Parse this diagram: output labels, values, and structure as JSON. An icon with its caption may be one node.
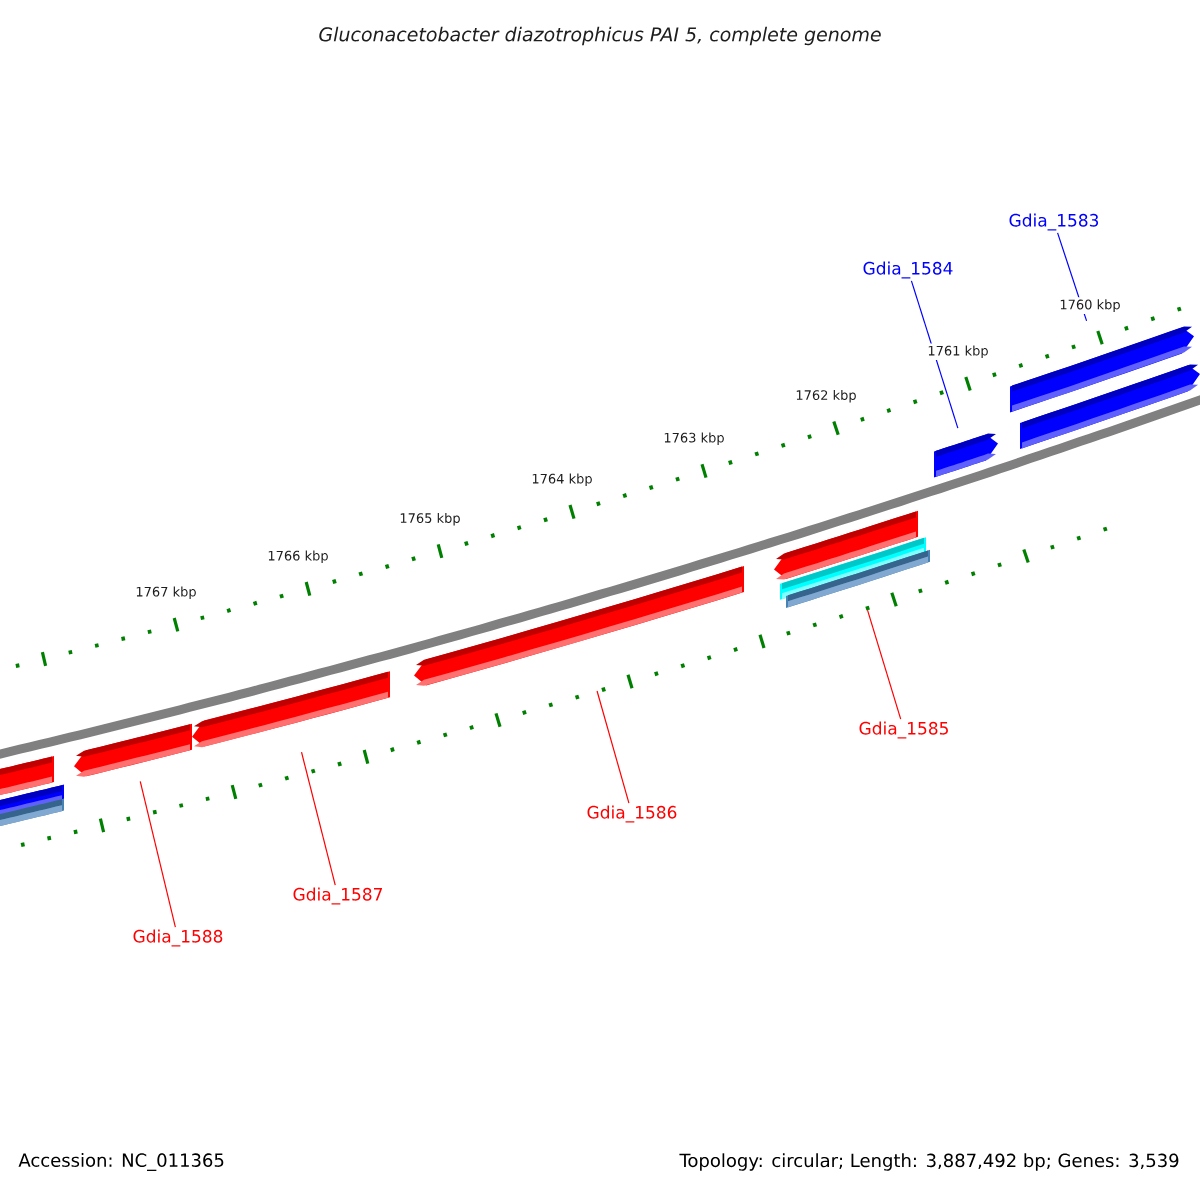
{
  "diagram": {
    "title": "Gluconacetobacter diazotrophicus PAI 5, complete genome",
    "nodes": [
      {
        "text": [
          "Gdia_1583"
        ]
      },
      {
        "text": [],
        "shape": "bar"
      },
      {
        "text": [
          "Gdia_1584"
        ]
      },
      {
        "text": [],
        "shape": "bar"
      },
      {
        "text": [
          "Gdia_1585"
        ]
      },
      {
        "text": [],
        "shape": "bar"
      },
      {
        "text": [
          "Gdia_1586"
        ]
      },
      {
        "text": [],
        "shape": "bar"
      },
      {
        "text": [
          "Gdia_1587"
        ]
      },
      {
        "text": [],
        "shape": "bar"
      },
      {
        "text": [
          "Gdia_1588"
        ]
      },
      {
        "text": [],
        "shape": "bar"
      },
      {
        "text": [],
        "shape": "bar"
      },
      {
        "text": [],
        "shape": "bar"
      },
      {
        "text": [],
        "shape": "bar"
      },
      {
        "text": [],
        "shape": "bar"
      },
      {
        "text": [],
        "shape": "bar"
      },
      {
        "text": [],
        "shape": "bar"
      }
    ],
    "edges": [
      {
        "from": 0,
        "to": 1,
        "arrow": "none",
        "color": "#0000ff"
      },
      {
        "from": 2,
        "to": 3,
        "arrow": "none",
        "color": "#0000ff"
      },
      {
        "from": 4,
        "to": 14,
        "arrow": "none"
      },
      {
        "from": 6,
        "to": 7,
        "arrow": "none"
      },
      {
        "from": 8,
        "to": 9,
        "arrow": "none"
      },
      {
        "from": 10,
        "to": 11,
        "arrow": "none"
      }
    ],
    "labels": [
      "1760 kbp",
      "1761 kbp",
      "1762 kbp",
      "1763 kbp",
      "1764 kbp",
      "1765 kbp",
      "1766 kbp",
      "1767 kbp",
      "Accession: NC_011365",
      "Topology: circular; Length: 3,887,492 bp; Genes: 3,539"
    ]
  }
}
